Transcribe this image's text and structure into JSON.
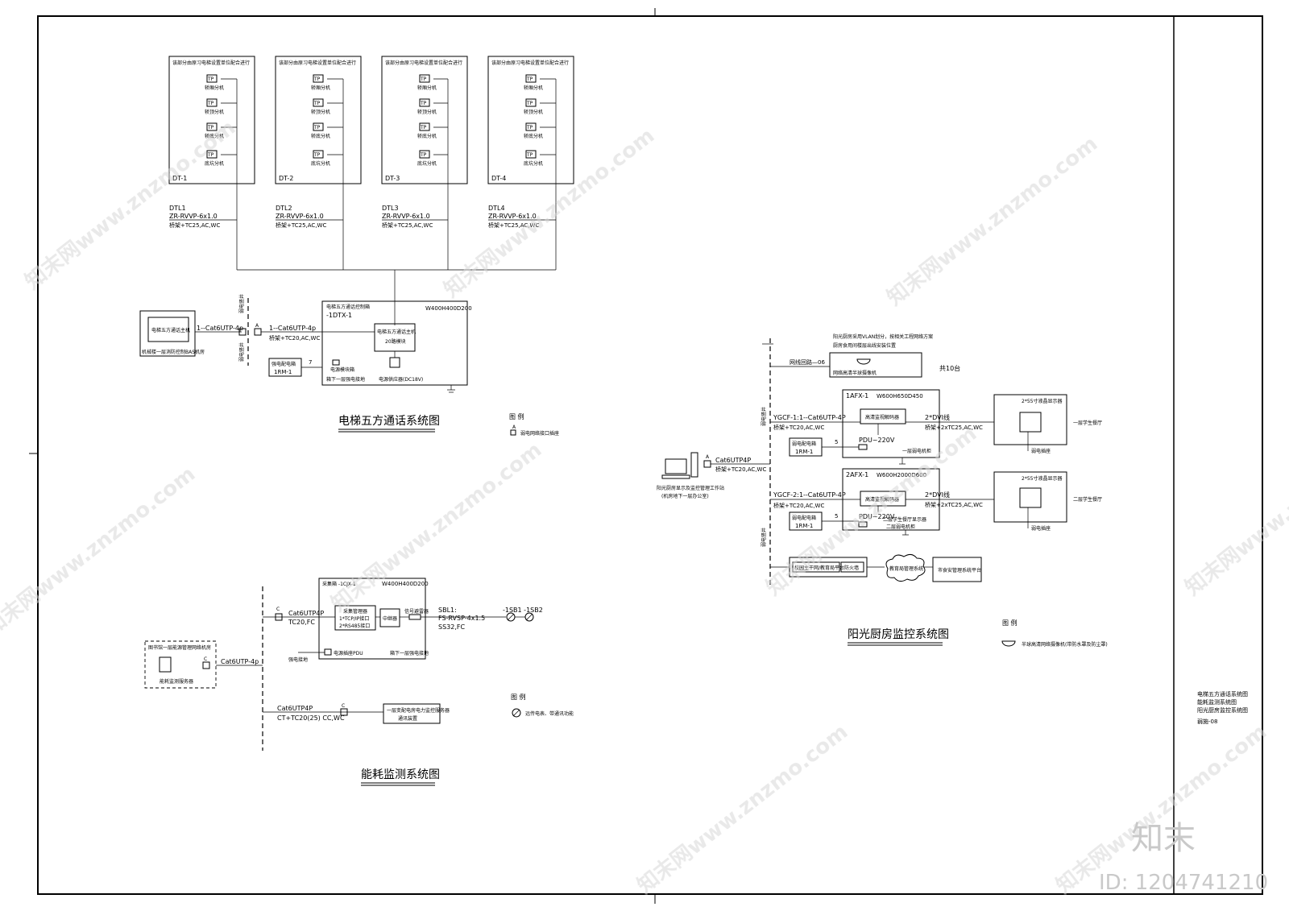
{
  "elevator": {
    "cabins": [
      {
        "header": "该部分由原习电梯设置单位配合进行",
        "name": "DT-1",
        "sets": [
          "轿厢分机",
          "轿顶分机",
          "轿底分机",
          "底坑分机"
        ],
        "circuit": "DTL1",
        "cable": "ZR-RVVP-6x1.0",
        "route": "桥架+TC25,AC,WC"
      },
      {
        "header": "该部分由原习电梯设置单位配合进行",
        "name": "DT-2",
        "sets": [
          "轿厢分机",
          "轿顶分机",
          "轿底分机",
          "底坑分机"
        ],
        "circuit": "DTL2",
        "cable": "ZR-RVVP-6x1.0",
        "route": "桥架+TC25,AC,WC"
      },
      {
        "header": "该部分由原习电梯设置单位配合进行",
        "name": "DT-3",
        "sets": [
          "轿厢分机",
          "轿顶分机",
          "轿底分机",
          "底坑分机"
        ],
        "circuit": "DTL3",
        "cable": "ZR-RVVP-6x1.0",
        "route": "桥架+TC25,AC,WC"
      },
      {
        "header": "该部分由原习电梯设置单位配合进行",
        "name": "DT-4",
        "sets": [
          "轿厢分机",
          "轿顶分机",
          "轿底分机",
          "底坑分机"
        ],
        "circuit": "DTL4",
        "cable": "ZR-RVVP-6x1.0",
        "route": "桥架+TC25,AC,WC"
      }
    ],
    "tp": "TP",
    "cabinet_label": "电梯五方通话控制箱",
    "cabinet_id": "-1DTX-1",
    "cabinet_size": "W400H400D200",
    "host_label": "电梯五方通话主机",
    "host_model": "20路模块",
    "power_label": "电源模块箱",
    "power_note": "箱下一层强电接地",
    "power_supply": "电源供应器(DC18V)",
    "link1": "1--Cat6UTP-4p",
    "link2": "1--Cat6UTP-4p",
    "link2_route": "桥架+TC20,AC,WC",
    "desk_label": "电梯五方通话主机",
    "desk_note": "机械楼一层消防控制BAS机房",
    "meter": "强电配电箱",
    "meter_id": "1RM-1",
    "meter_count": "7",
    "side1": "弱电竖井",
    "side2": "弱电竖井",
    "port": "A",
    "title": "电梯五方通话系统图",
    "legend_title": "图 例",
    "legend_item": "弱电网络接口插座",
    "legend_symbol": "A"
  },
  "kitchen": {
    "camera_note1": "阳光厨房采用VLAN划分，按相关工程网络方案",
    "camera_note2": "厨房食用间楼层出线安装位置",
    "net_note": "网络高清半球摄像机",
    "cam_count": "共10台",
    "front_cable": "网线回路—06",
    "workstation_label": "阳光厨房显示及监控管理工作站",
    "workstation_note": "(机房地下一层办公室)",
    "ws_cable": "Cat6UTP4P",
    "ws_route": "桥架+TC20,AC,WC",
    "port": "A",
    "shaft": "弱电竖井",
    "panels": [
      {
        "id": "1AFX-1",
        "size": "W600H650D450",
        "cable": "YGCF-1:1--Cat6UTP-4P",
        "route": "桥架+TC20,AC,WC",
        "decoder": "高清监视解码器",
        "pdu": "PDU~220V",
        "meter": "弱电配电箱",
        "meter_id": "1RM-1",
        "count": "5",
        "note": "一层弱电机柜",
        "out_cable": "2*DVI线",
        "out_route": "桥架+2xTC25,AC,WC",
        "screen": "2*55寸液晶显示器",
        "screen_note": "一层学生餐厅",
        "screen_power": "弱电插座"
      },
      {
        "id": "2AFX-1",
        "size": "W600H2000D600",
        "cable": "YGCF-2:1--Cat6UTP-4P",
        "route": "桥架+TC20,AC,WC",
        "decoder": "高清监视解码器",
        "pdu": "PDU~220V",
        "meter": "弱电配电箱",
        "meter_id": "1RM-1",
        "count": "5",
        "note": "二层弱电机柜",
        "note2": "二层学生餐厅显示器",
        "out_cable": "2*DVI线",
        "out_route": "桥架+2xTC25,AC,WC",
        "screen": "2*55寸液晶显示器",
        "screen_note": "二层学生餐厅",
        "screen_power": "弱电插座"
      }
    ],
    "bottom_box1": "校园主干网/教育局平台",
    "bottom_box1b": "防火墙",
    "cloud_label": "教育局管理系统",
    "bottom_box2": "市食安管理系统平台",
    "title": "阳光厨房监控系统图",
    "legend_title": "图 例",
    "legend_item": "半球高清网络摄像机(带防水罩及防尘罩)"
  },
  "energy": {
    "box_label": "采集箱 -1CJX-1",
    "box_size": "W400H400D200",
    "manager": "采集管理器",
    "manager_ports1": "1*TCP/IP接口",
    "manager_ports2": "2*RS485接口",
    "converter": "中继器",
    "signal": "信号避雷器",
    "pdu": "电源插座PDU",
    "ground": "箱下一层强电接地",
    "ground_label": "强电接地",
    "sbl": "SBL1:",
    "sbl_cable": "FS-RVSP-4x1.5",
    "sbl_route": "SS32,FC",
    "sb": "-1SB1  -1SB2",
    "port": "C",
    "in_cable": "Cat6UTP4P",
    "in_route": "TC20,FC",
    "desk_title": "图书馆一层能源管理网络机房",
    "desk_label": "能耗监测服务器",
    "desk_cable": "Cat6UTP-4p",
    "bottom_cable": "Cat6UTP4P",
    "bottom_route": "CT+TC20(25) CC,WC",
    "bottom_box": "一层变配电房电力监控服务器",
    "bottom_box2": "通讯装置",
    "legend_title": "图 例",
    "legend_item": "远传电表、带通讯功能",
    "title": "能耗监测系统图"
  },
  "titleblock": {
    "line1": "电梯五方通话系统图",
    "line2": "能耗监测系统图",
    "line3": "阳光厨房监控系统图",
    "code": "弱施-08"
  },
  "watermark": {
    "text": "知末网www.znzmo.com",
    "brand": "知末",
    "id": "ID: 1204741210"
  }
}
